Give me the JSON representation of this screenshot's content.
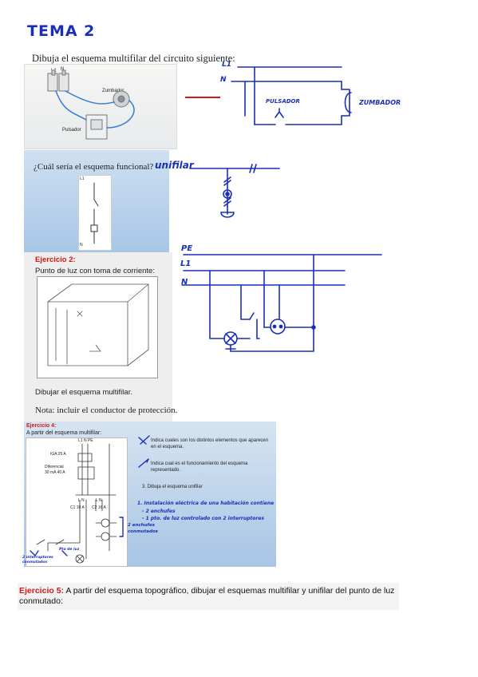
{
  "header": {
    "title": "TEMA 2"
  },
  "section1": {
    "question": "Dibuja el esquema multifilar del circuito siguiente:",
    "photo_labels": {
      "l1": "L1",
      "n": "N",
      "zumbador": "Zumbador",
      "pulsador": "Pulsador"
    },
    "hand_labels": {
      "l1": "L1",
      "n": "N",
      "pulsador": "PULSADOR",
      "zumbador": "ZUMBADOR"
    }
  },
  "section2": {
    "question": "¿Cuál sería el esquema funcional?",
    "hand_word": "unifilar",
    "diagram_labels": {
      "l1": "L1",
      "n": "N"
    }
  },
  "section3": {
    "exercise": "Ejercicio 2:",
    "subtitle": "Punto de luz con toma de corriente:",
    "instruction": "Dibujar el esquema multifilar.",
    "note": "Nota: incluir el conductor de protección.",
    "hand_labels": {
      "pe": "PE",
      "l1": "L1",
      "n": "N"
    }
  },
  "section4": {
    "exercise": "Ejercicio 4:",
    "subtitle": "A partir del esquema multifilar:",
    "diagram_labels": {
      "top": "L1 N    PE",
      "igm": "IGA 25 A",
      "diff": "Diferencial",
      "diff2": "30 mA  40 A",
      "c1": "C1 10 A",
      "c2": "C2 16 A",
      "ln1": "L  N",
      "ln2": "L  N"
    },
    "items": [
      "Indica cuales son los distintos elementos que aparecen en el esquema.",
      "Indica cual es el funcionamiento del esquema representado.",
      "3.  Dibuja el esquema unifilar"
    ],
    "hand_lines": [
      "1. Instalación eléctrica de una habitación contiene",
      "- 2 enchufes",
      "- 1 pto. de luz controlado con 2 interruptores"
    ],
    "hand_margin": "2 enchufes conmutados",
    "hand_bottom1": "2 interruptores conmutados",
    "hand_bottom2": "Pto de luz"
  },
  "section5": {
    "exercise": "Ejercicio 5:",
    "text": "A partir del esquema topográfico, dibujar el esquemas multifilar y unifilar del punto de luz conmutado:"
  },
  "colors": {
    "ink": "#1a2fb8",
    "red": "#d11919",
    "panel": "#b9d1ea"
  }
}
